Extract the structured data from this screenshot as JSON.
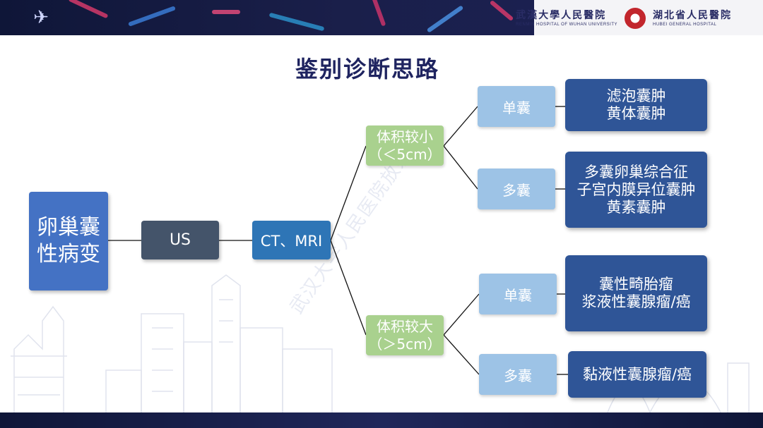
{
  "header": {
    "hospital_1_cn": "武漢大學人民醫院",
    "hospital_1_en": "RENMIN HOSPITAL OF WUHAN UNIVERSITY",
    "hospital_2_cn": "湖北省人民醫院",
    "hospital_2_en": "HUBEI  GENERAL  HOSPITAL"
  },
  "title": "鉴别诊断思路",
  "watermark": "武汉大学人民医院放射科",
  "diagram": {
    "root": "卵巢囊\n性病变",
    "step1": "US",
    "step2": "CT、MRI",
    "small": "体积较小\n（＜5cm）",
    "large": "体积较大\n（＞5cm）",
    "small_single": "单囊",
    "small_multi": "多囊",
    "large_single": "单囊",
    "large_multi": "多囊",
    "dx_small_single": "滤泡囊肿\n黄体囊肿",
    "dx_small_multi": "多囊卵巢综合征\n子宫内膜异位囊肿\n黄素囊肿",
    "dx_large_single": "囊性畸胎瘤\n浆液性囊腺瘤/癌",
    "dx_large_multi": "黏液性囊腺瘤/癌"
  },
  "colors": {
    "root": "#4472c4",
    "us": "#44546a",
    "ct": "#2e75b6",
    "size_node": "#a9d18e",
    "type_node": "#9dc3e6",
    "diagnosis": "#2f5597",
    "connector": "#111111"
  }
}
